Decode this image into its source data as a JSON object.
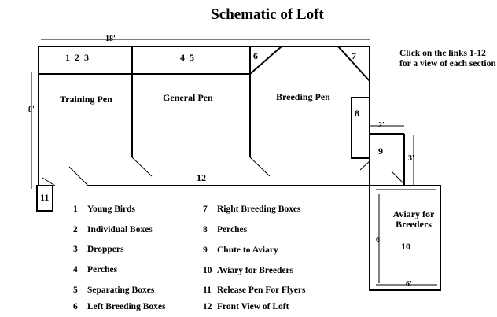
{
  "title": "Schematic of Loft",
  "instructions": "Click on the links 1-12 for a view of each section",
  "dimensions": {
    "width_top": "18'",
    "height_left": "8'",
    "chute_width": "2'",
    "chute_length": "3'",
    "aviary_height": "6'",
    "aviary_width": "6'"
  },
  "pens": {
    "training": "Training Pen",
    "general": "General Pen",
    "breeding": "Breeding Pen",
    "aviary": "Aviary for Breeders"
  },
  "section_numbers": {
    "s123": "1  2  3",
    "s45": "4  5",
    "s6": "6",
    "s7": "7",
    "s8": "8",
    "s9": "9",
    "s10": "10",
    "s11": "11",
    "s12": "12"
  },
  "legend": [
    {
      "num": "1",
      "label": "Young Birds"
    },
    {
      "num": "2",
      "label": "Individual Boxes"
    },
    {
      "num": "3",
      "label": "Droppers"
    },
    {
      "num": "4",
      "label": "Perches"
    },
    {
      "num": "5",
      "label": "Separating Boxes"
    },
    {
      "num": "6",
      "label": "Left Breeding Boxes"
    },
    {
      "num": "7",
      "label": "Right Breeding Boxes"
    },
    {
      "num": "8",
      "label": "Perches"
    },
    {
      "num": "9",
      "label": "Chute to Aviary"
    },
    {
      "num": "10",
      "label": "Aviary for Breeders"
    },
    {
      "num": "11",
      "label": "Release Pen For Flyers"
    },
    {
      "num": "12",
      "label": "Front View of Loft"
    }
  ],
  "colors": {
    "line": "#000000",
    "background": "#ffffff"
  }
}
